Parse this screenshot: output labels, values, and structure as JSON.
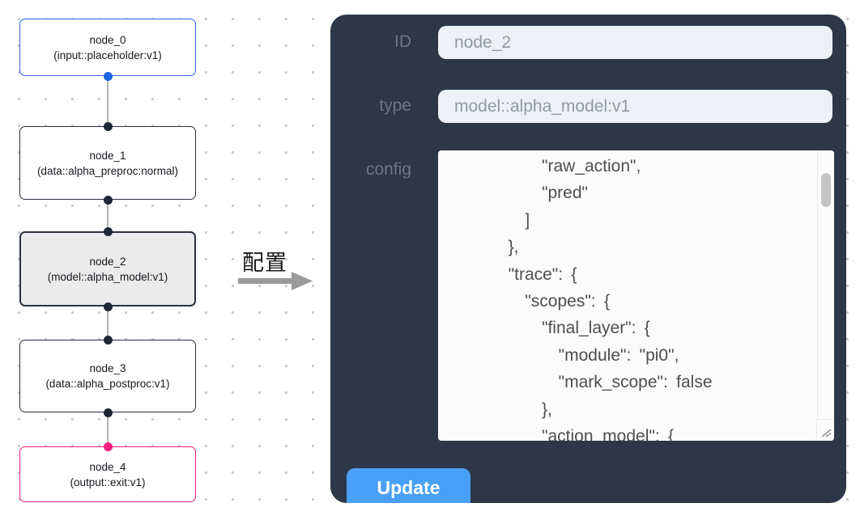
{
  "graph": {
    "nodes": [
      {
        "id": "node_0",
        "type_label": "(input::placeholder:v1)",
        "accent": "blue"
      },
      {
        "id": "node_1",
        "type_label": "(data::alpha_preproc:normal)",
        "accent": "none"
      },
      {
        "id": "node_2",
        "type_label": "(model::alpha_model:v1)",
        "accent": "selected"
      },
      {
        "id": "node_3",
        "type_label": "(data::alpha_postproc:v1)",
        "accent": "none"
      },
      {
        "id": "node_4",
        "type_label": "(output::exit:v1)",
        "accent": "pink"
      }
    ]
  },
  "transition": {
    "label": "配置"
  },
  "panel": {
    "fields": [
      {
        "label": "ID",
        "value": "node_2"
      },
      {
        "label": "type",
        "value": "model::alpha_model:v1"
      }
    ],
    "config_label": "config",
    "config_text": "      \"raw_action\",\n      \"pred\"\n    ]\n  },\n  \"trace\": {\n    \"scopes\": {\n      \"final_layer\": {\n        \"module\": \"pi0\",\n        \"mark_scope\": false\n      },\n      \"action_model\": {",
    "update_label": "Update"
  },
  "colors": {
    "panel_bg": "#2d3748",
    "accent_blue_node": "#2b63e6",
    "accent_pink_node": "#ea1e79",
    "selected_node_bg": "#ebebeb",
    "update_button": "#49a0f8",
    "input_bg": "#edf0f6"
  }
}
